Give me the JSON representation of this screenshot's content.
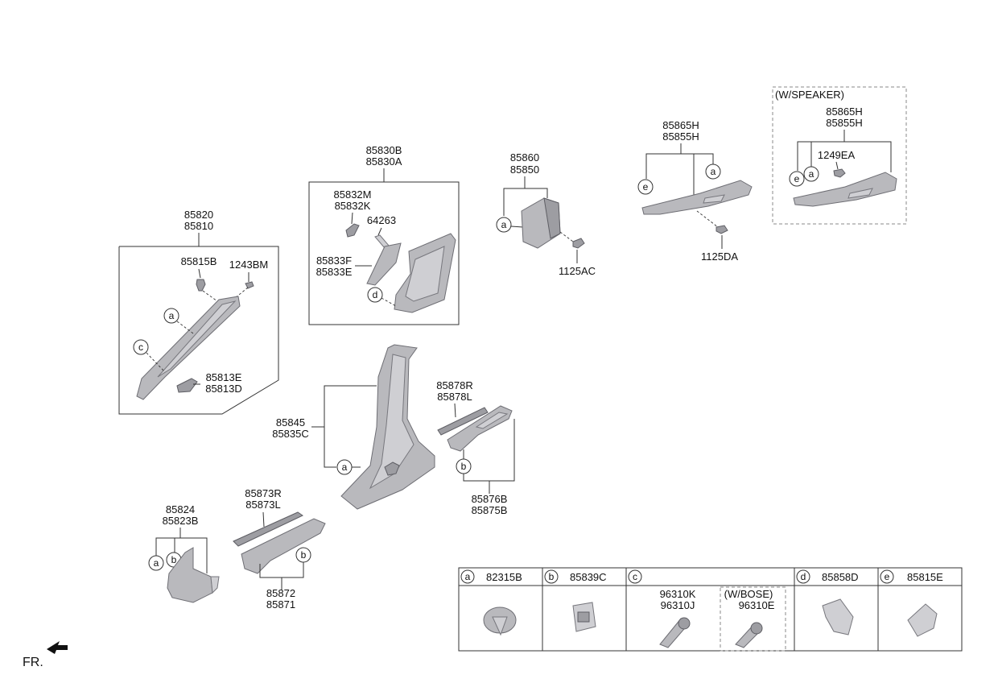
{
  "groups": {
    "a_pillar": {
      "label1": "85820",
      "label2": "85810",
      "part_clip": "85815B",
      "part_screw": "1243BM",
      "part_cover1": "85813E",
      "part_cover2": "85813D"
    },
    "b_upper": {
      "label1": "85830B",
      "label2": "85830A",
      "part_small1": "85832M",
      "part_small2": "85832K",
      "part_pad": "64263",
      "part_trim1": "85833F",
      "part_trim2": "85833E"
    },
    "c_lower": {
      "label1": "85860",
      "label2": "85850",
      "bolt": "1125AC"
    },
    "c_upper": {
      "label1": "85865H",
      "label2": "85855H",
      "bolt": "1125DA"
    },
    "speaker": {
      "title": "(W/SPEAKER)",
      "label1": "85865H",
      "label2": "85855H",
      "bolt": "1249EA"
    },
    "b_pillar_lower": {
      "label1": "85845",
      "label2": "85835C"
    },
    "scuff_rear": {
      "label1": "85878R",
      "label2": "85878L",
      "label3": "85876B",
      "label4": "85875B"
    },
    "cowl": {
      "label1": "85824",
      "label2": "85823B"
    },
    "scuff_front": {
      "label1": "85873R",
      "label2": "85873L",
      "label3": "85872",
      "label4": "85871"
    }
  },
  "callouts": {
    "a": "a",
    "b": "b",
    "c": "c",
    "d": "d",
    "e": "e"
  },
  "legend": {
    "a": {
      "letter": "a",
      "part": "82315B"
    },
    "b": {
      "letter": "b",
      "part": "85839C"
    },
    "c": {
      "letter": "c",
      "part1": "96310K",
      "part2": "96310J",
      "bose_title": "(W/BOSE)",
      "bose_part": "96310E"
    },
    "d": {
      "letter": "d",
      "part": "85858D"
    },
    "e": {
      "letter": "e",
      "part": "85815E"
    }
  },
  "front_label": "FR."
}
